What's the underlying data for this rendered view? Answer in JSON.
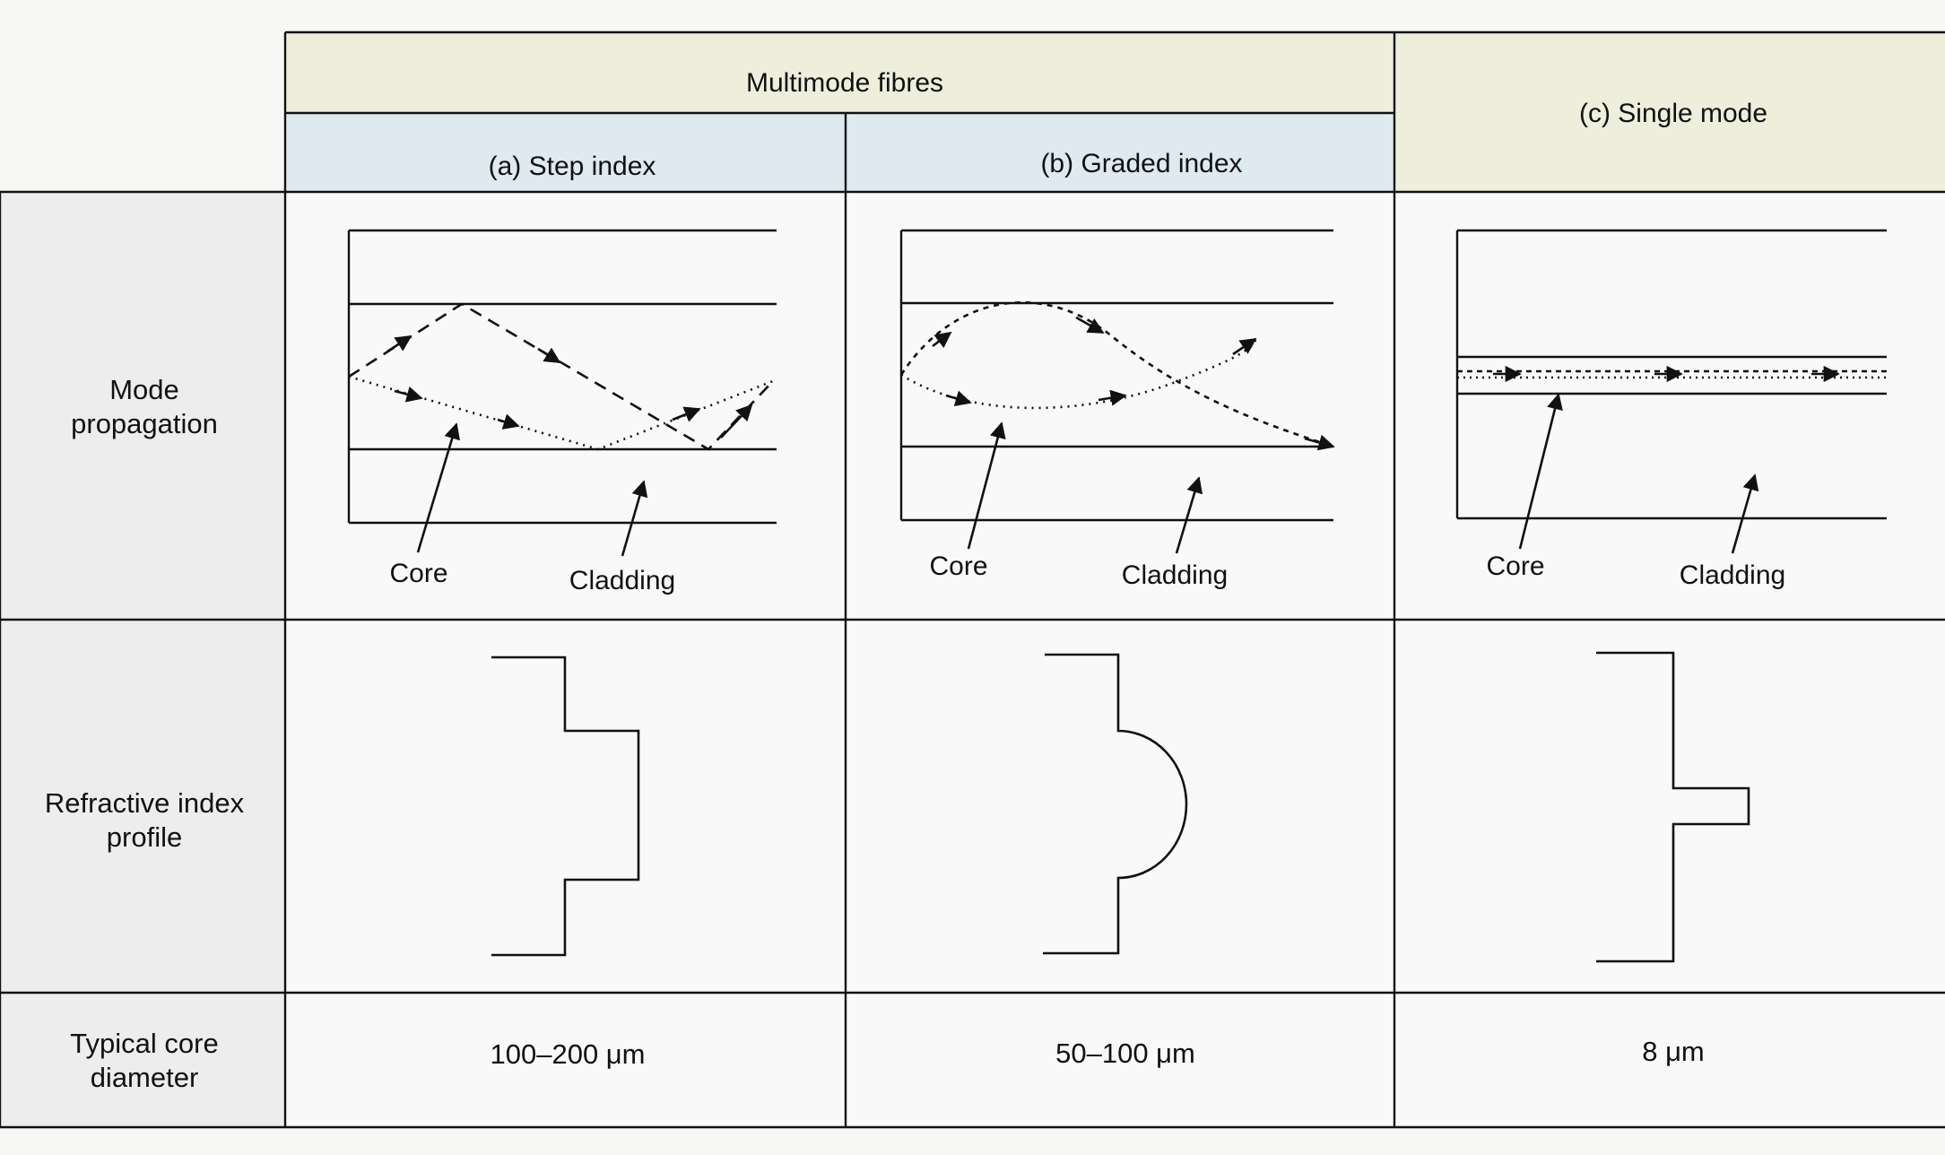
{
  "header": {
    "group_label": "Multimode fibres",
    "col_a": "(a) Step index",
    "col_b": "(b) Graded index",
    "col_c": "(c) Single mode"
  },
  "rows": {
    "mode_line1": "Mode",
    "mode_line2": "propagation",
    "ri_line1": "Refractive index",
    "ri_line2": "profile",
    "diam_line1": "Typical core",
    "diam_line2": "diameter"
  },
  "labels": {
    "core": "Core",
    "cladding": "Cladding"
  },
  "diameters": {
    "a": "100–200 μm",
    "b": "50–100 μm",
    "c": "8 μm"
  },
  "colors": {
    "header_group": "#eeeedd",
    "header_sub": "#deeaf0",
    "row_header": "#ededed",
    "cell": "#f9f9f9",
    "line": "#111111"
  }
}
